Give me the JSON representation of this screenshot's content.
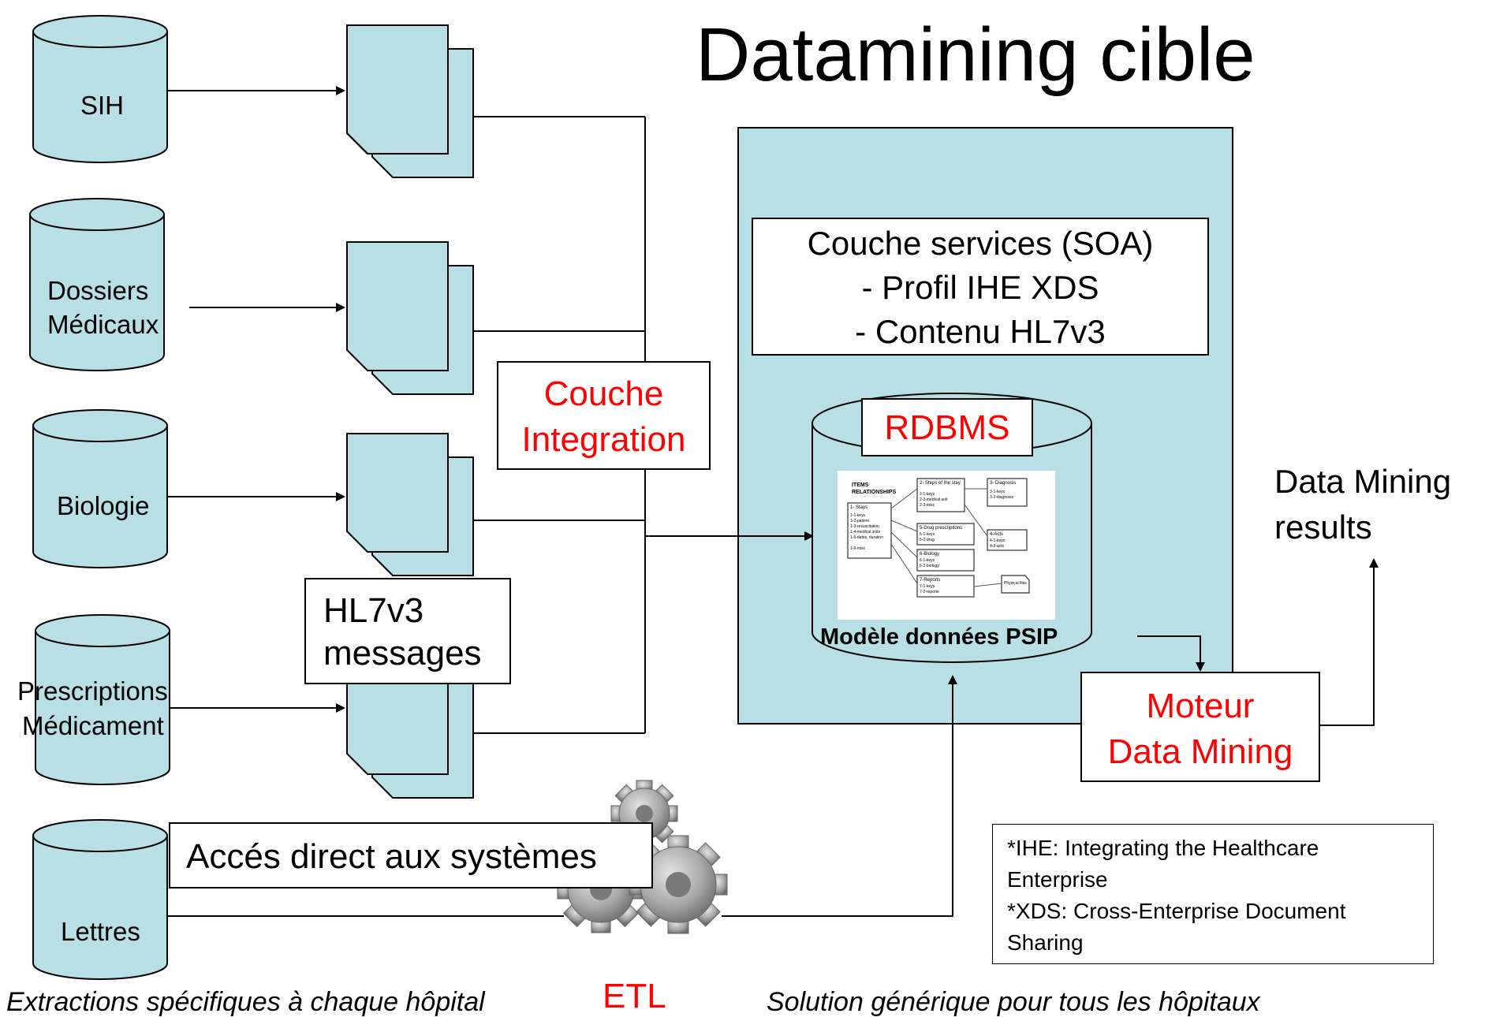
{
  "title": "Datamining cible",
  "sources": {
    "sih": "SIH",
    "dossiers_line1": "Dossiers",
    "dossiers_line2": "Médicaux",
    "biologie": "Biologie",
    "prescriptions_line1": "Prescriptions",
    "prescriptions_line2": "Médicament",
    "lettres": "Lettres"
  },
  "hl7": {
    "line1": "HL7v3",
    "line2": "messages"
  },
  "integration": {
    "line1": "Couche",
    "line2": "Integration"
  },
  "services": {
    "line1": "Couche services (SOA)",
    "line2": "- Profil IHE XDS",
    "line3": "- Contenu HL7v3"
  },
  "rdbms": "RDBMS",
  "model_label": "Modèle données PSIP",
  "schema": {
    "header1": "ITEMS",
    "header2": "RELATIONSHIPS",
    "entities": [
      {
        "title": "1- Stays",
        "rows": [
          "1-1-keys",
          "1-2-patient",
          "1-3-resuscitation",
          "1-4-medical units",
          "1-5-dates, duration",
          "1-6-misc"
        ]
      },
      {
        "title": "2- Steps of the stay",
        "rows": [
          "2-1-keys",
          "2-2-medical unit",
          "2-3-misc"
        ]
      },
      {
        "title": "3- Diagnosis",
        "rows": [
          "3-1-keys",
          "3-2-diagnosis"
        ]
      },
      {
        "title": "5-Drug prescriptions",
        "rows": [
          "5-1-keys",
          "5-2-drug"
        ]
      },
      {
        "title": "4-Acts",
        "rows": [
          "4-1-keys",
          "4-2-acts"
        ]
      },
      {
        "title": "6-Biology",
        "rows": [
          "6-1-keys",
          "6-2-biology"
        ]
      },
      {
        "title": "7-Reports",
        "rows": [
          "7-1-keys",
          "7-2-reports"
        ]
      }
    ],
    "files_label": "Physical files"
  },
  "moteur": {
    "line1": "Moteur",
    "line2": "Data Mining"
  },
  "results": {
    "line1": "Data Mining",
    "line2": "results"
  },
  "direct_access": "Accés direct aux systèmes",
  "etl": "ETL",
  "footnote": {
    "line1": "*IHE: Integrating the Healthcare",
    "line2": "Enterprise",
    "line3": "*XDS: Cross-Enterprise Document",
    "line4": "Sharing"
  },
  "caption_left": "Extractions spécifiques à chaque hôpital",
  "caption_right": "Solution générique pour tous les hôpitaux",
  "colors": {
    "fill": "#b8e0e4",
    "accent_red": "#ff0000",
    "gear": "#9a9a9a"
  }
}
